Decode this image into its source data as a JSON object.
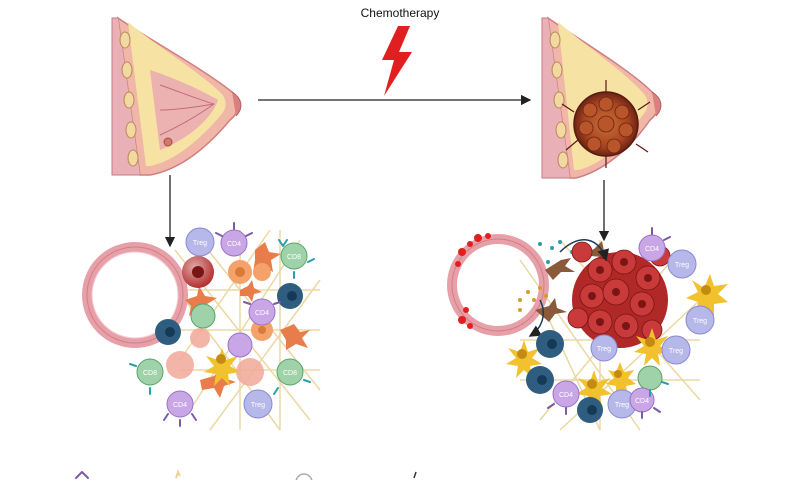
{
  "header": {
    "arrow_label": "Chemotherapy"
  },
  "cell_labels": {
    "treg": "Treg",
    "cd4": "CD4",
    "cd8": "CD8"
  },
  "colors": {
    "bolt": "#e02020",
    "skin": "#f0b6a8",
    "fat": "#f6e3a4",
    "tissue_pink": "#e9a9b2",
    "vessel": "#e8a0a8",
    "treg": "#b7b8ea",
    "cd4": "#c9a6e6",
    "cd8": "#9fd2a8",
    "macrophage": "#f08a4b",
    "tumor": "#c0392b",
    "dendritic": "#f2c12e",
    "nk": "#2e5d80",
    "collagen": "#e8d49a"
  },
  "icons": [
    "lightning-bolt-icon",
    "breast-icon",
    "tumor-icon",
    "blood-vessel-icon",
    "immune-cell-icon",
    "arrow-icon"
  ]
}
